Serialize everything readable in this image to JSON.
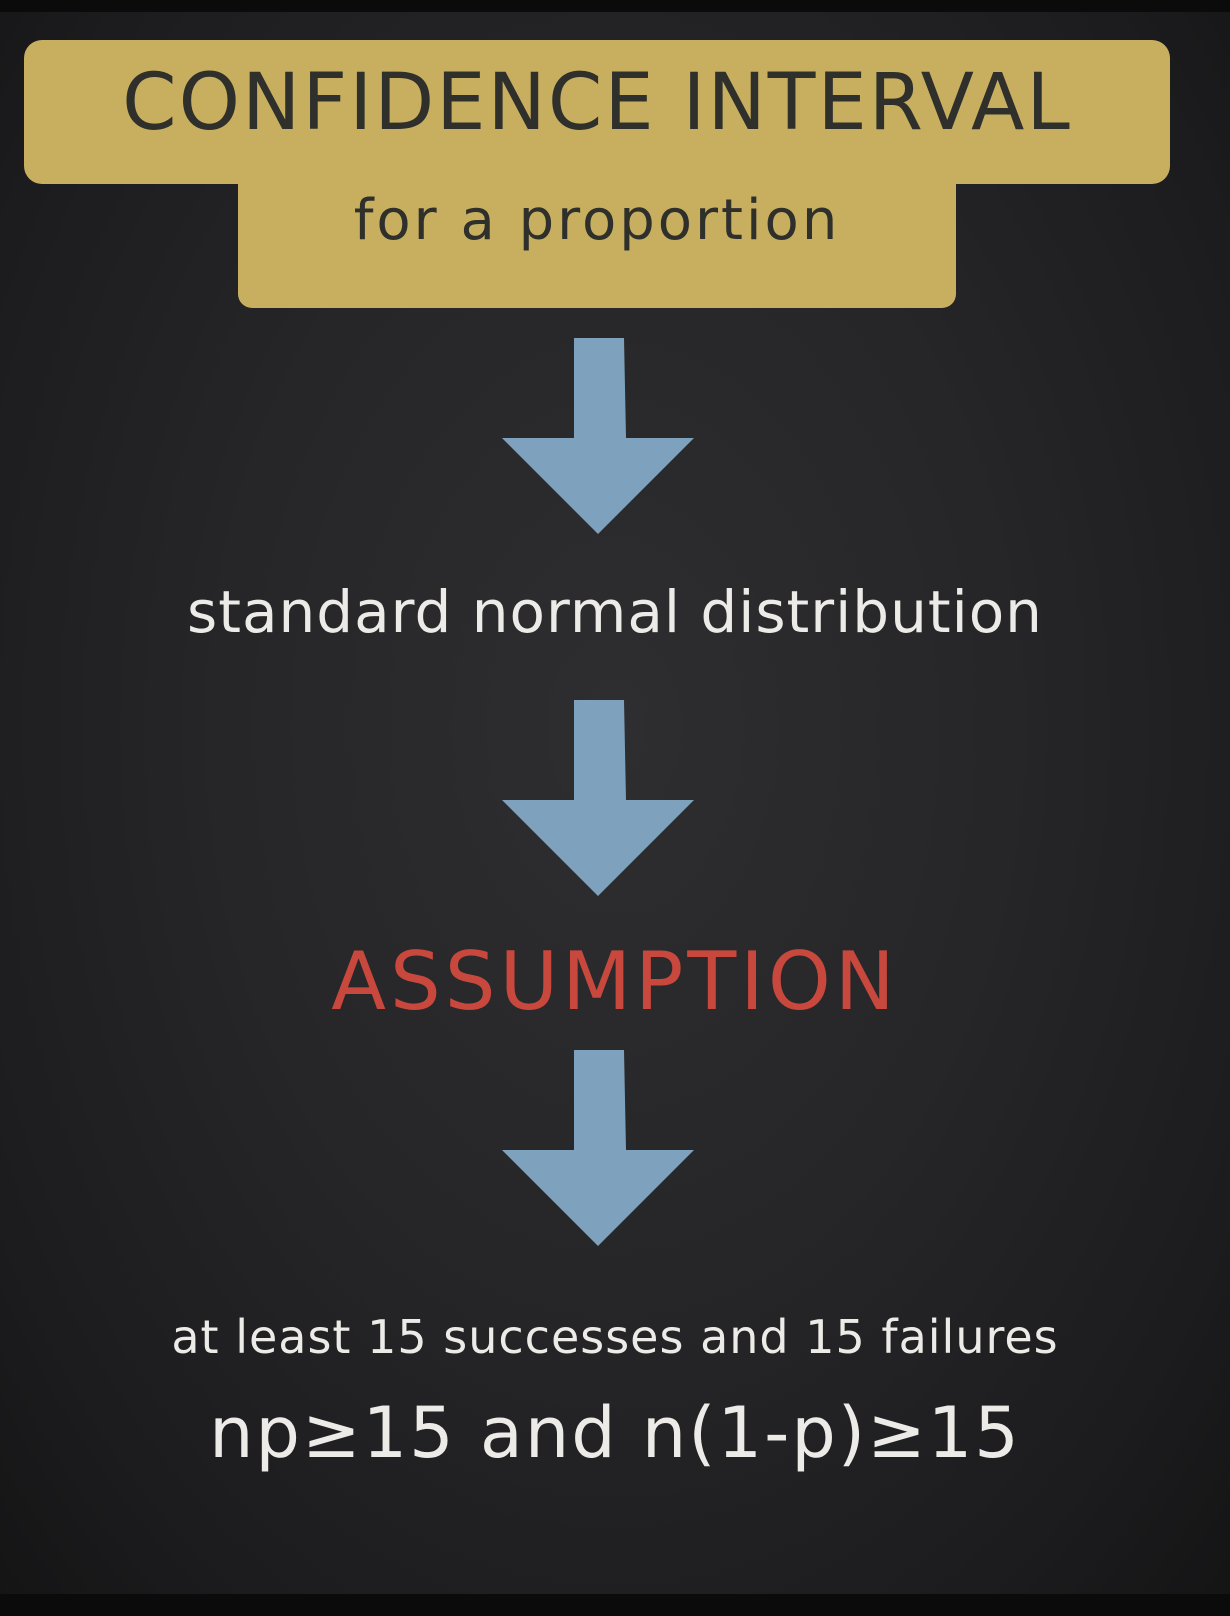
{
  "title": {
    "main": "CONFIDENCE INTERVAL",
    "sub": "for a proportion"
  },
  "steps": {
    "distribution": "standard normal distribution",
    "assumption": "ASSUMPTION",
    "condition": "at least 15 successes and 15 failures",
    "formula": "np≥15 and n(1-p)≥15"
  },
  "colors": {
    "background": "#262628",
    "title_box": "#c8af60",
    "title_text": "#2f302c",
    "arrow": "#7ea2bd",
    "body_text": "#ecebe8",
    "assumption_text": "#c8483d"
  },
  "icons": [
    "down-arrow-icon",
    "down-arrow-icon",
    "down-arrow-icon"
  ]
}
